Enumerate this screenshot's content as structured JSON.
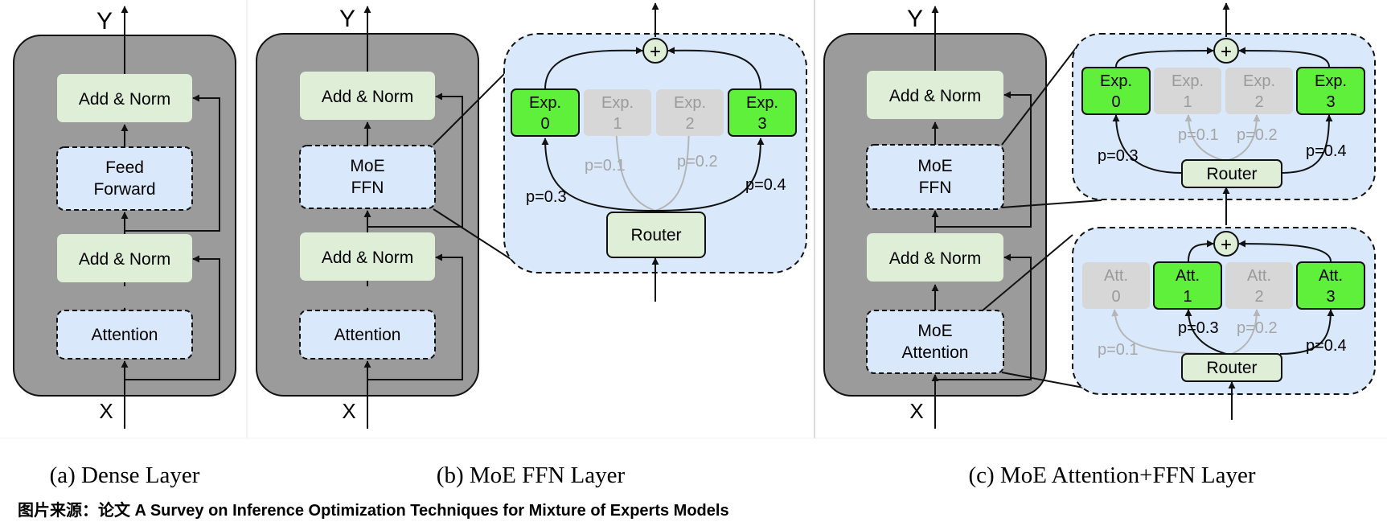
{
  "panels": {
    "dense": {
      "caption": "(a) Dense Layer",
      "output": "Y",
      "input": "X",
      "add_norm_top": "Add & Norm",
      "ffn": [
        "Feed",
        "Forward"
      ],
      "add_norm_bottom": "Add & Norm",
      "attention": "Attention"
    },
    "moe_ffn": {
      "caption": "(b) MoE FFN Layer",
      "output": "Y",
      "input": "X",
      "add_norm_top": "Add & Norm",
      "moe_ffn": [
        "MoE",
        "FFN"
      ],
      "add_norm_bottom": "Add & Norm",
      "attention": "Attention",
      "experts": [
        {
          "line1": "Exp.",
          "line2": "0",
          "active": true
        },
        {
          "line1": "Exp.",
          "line2": "1",
          "active": false
        },
        {
          "line1": "Exp.",
          "line2": "2",
          "active": false
        },
        {
          "line1": "Exp.",
          "line2": "3",
          "active": true
        }
      ],
      "probs": {
        "p0": "p=0.3",
        "p1": "p=0.1",
        "p2": "p=0.2",
        "p3": "p=0.4"
      },
      "router": "Router",
      "sum_symbol": "+"
    },
    "moe_attn_ffn": {
      "caption": "(c) MoE Attention+FFN Layer",
      "output": "Y",
      "input": "X",
      "add_norm_top": "Add & Norm",
      "moe_ffn": [
        "MoE",
        "FFN"
      ],
      "add_norm_bottom": "Add & Norm",
      "moe_attention": [
        "MoE",
        "Attention"
      ],
      "ffn_experts": [
        {
          "line1": "Exp.",
          "line2": "0",
          "active": true
        },
        {
          "line1": "Exp.",
          "line2": "1",
          "active": false
        },
        {
          "line1": "Exp.",
          "line2": "2",
          "active": false
        },
        {
          "line1": "Exp.",
          "line2": "3",
          "active": true
        }
      ],
      "ffn_probs": {
        "p0": "p=0.3",
        "p1": "p=0.1",
        "p2": "p=0.2",
        "p3": "p=0.4"
      },
      "attn_experts": [
        {
          "line1": "Att.",
          "line2": "0",
          "active": false
        },
        {
          "line1": "Att.",
          "line2": "1",
          "active": true
        },
        {
          "line1": "Att.",
          "line2": "2",
          "active": false
        },
        {
          "line1": "Att.",
          "line2": "3",
          "active": true
        }
      ],
      "attn_probs": {
        "p0": "p=0.1",
        "p1": "p=0.3",
        "p2": "p=0.2",
        "p3": "p=0.4"
      },
      "router": "Router",
      "sum_symbol": "+"
    }
  },
  "source_note": "图片来源：论文 A Survey on Inference Optimization Techniques for Mixture of Experts Models",
  "colors": {
    "block_fill": "#9b9b9b",
    "norm_fill": "#dfeed7",
    "ffn_fill": "#d9e9fb",
    "expert_active": "#5ef03a",
    "expert_inactive": "#d7d7d7",
    "inactive_text": "#9a9a9a"
  }
}
